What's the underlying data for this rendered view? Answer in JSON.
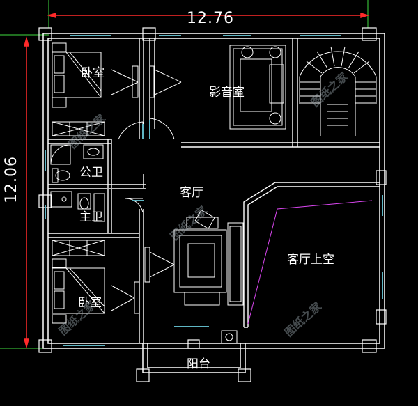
{
  "dimensions": {
    "width_label": "12.76",
    "height_label": "12.06"
  },
  "rooms": {
    "bedroom_top": "卧室",
    "media_room": "影音室",
    "public_bath": "公卫",
    "master_bath": "主卫",
    "living_room": "客厅",
    "living_void": "客厅上空",
    "bedroom_bottom": "卧室",
    "balcony": "阳台"
  },
  "watermark": "图纸之家",
  "colors": {
    "background": "#000000",
    "wall": "#ffffff",
    "furniture": "#ffffff",
    "window": "#5fb6c4",
    "dimension": "#ff2a2a",
    "dimension_ext": "#3fdc3f",
    "void_line": "#d946ef",
    "stair": "#ffffff"
  }
}
